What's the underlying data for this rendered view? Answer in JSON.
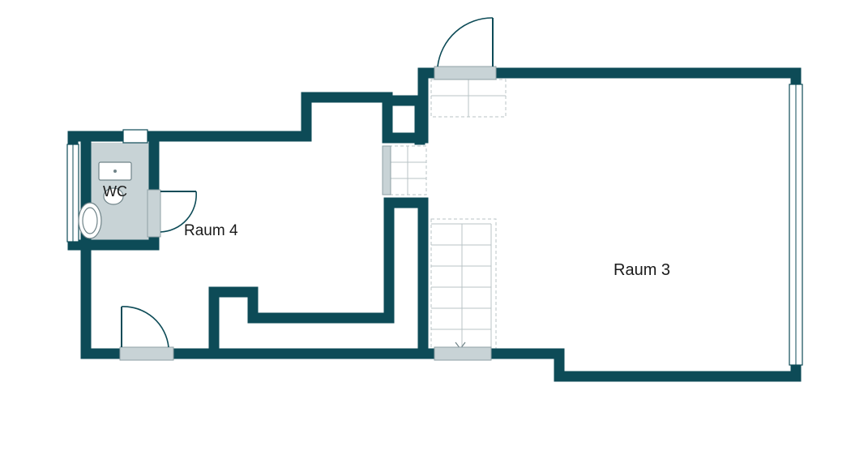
{
  "rooms": {
    "raum3": "Raum 3",
    "raum4": "Raum 4",
    "wc": "WC"
  },
  "colors": {
    "wall": "#0d4b57",
    "threshold": "#c8d3d6",
    "wc_floor": "#c8d3d6",
    "background": "#ffffff"
  }
}
